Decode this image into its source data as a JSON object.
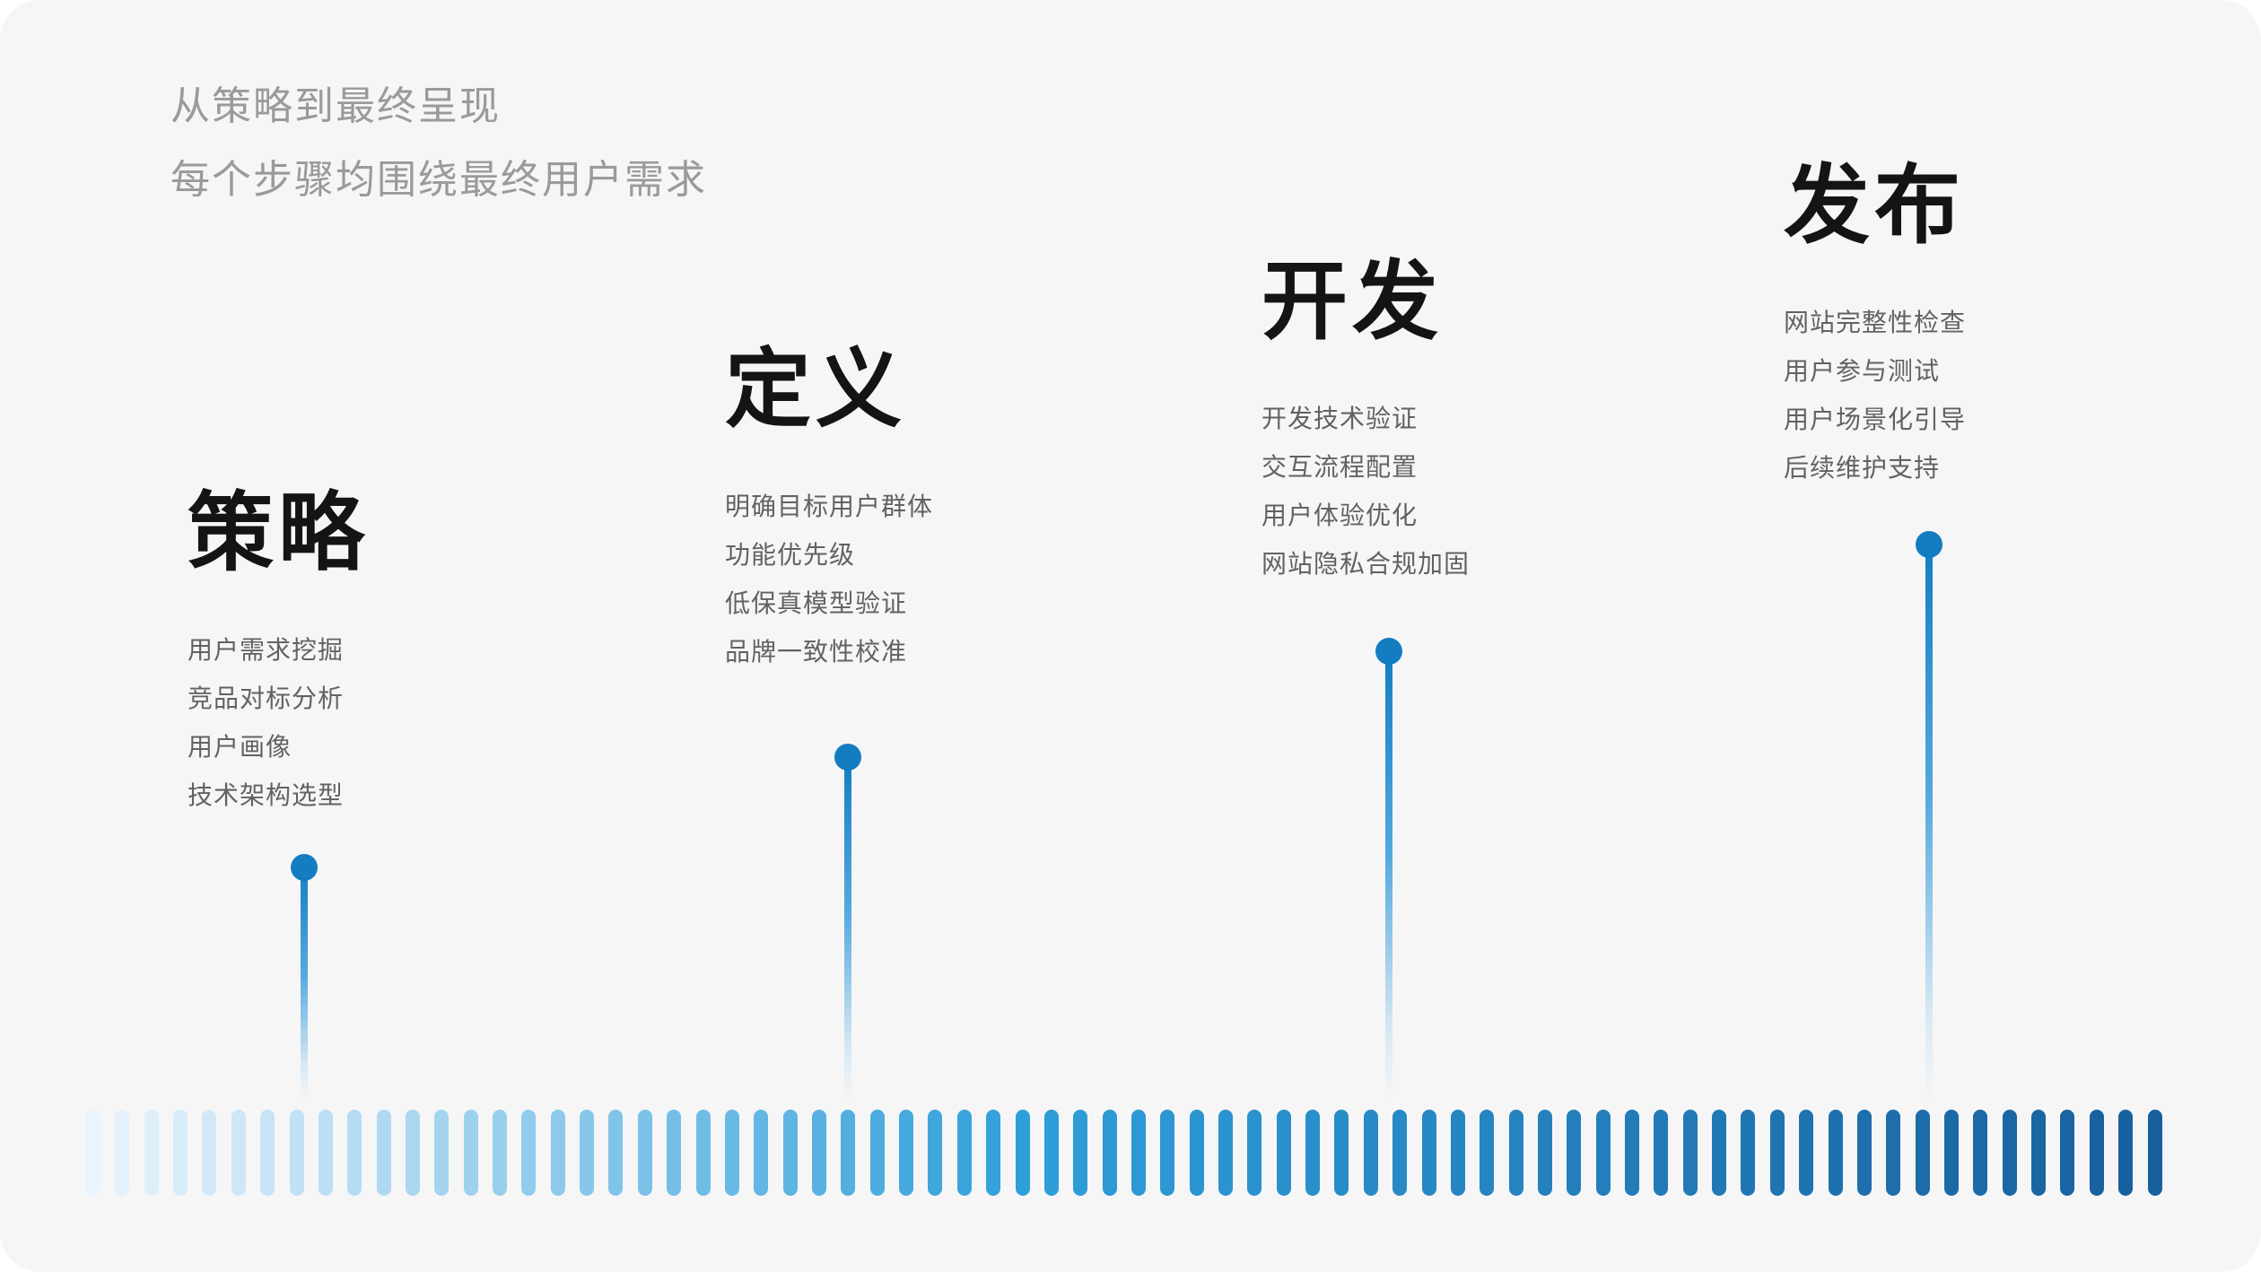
{
  "header": {
    "line1": "从策略到最终呈现",
    "line2": "每个步骤均围绕最终用户需求"
  },
  "stages": [
    {
      "title": "策略",
      "items": [
        "用户需求挖掘",
        "竞品对标分析",
        "用户画像",
        "技术架构选型"
      ]
    },
    {
      "title": "定义",
      "items": [
        "明确目标用户群体",
        "功能优先级",
        "低保真模型验证",
        "品牌一致性校准"
      ]
    },
    {
      "title": "开发",
      "items": [
        "开发技术验证",
        "交互流程配置",
        "用户体验优化",
        "网站隐私合规加固"
      ]
    },
    {
      "title": "发布",
      "items": [
        "网站完整性检查",
        "用户参与测试",
        "用户场景化引导",
        "后续维护支持"
      ]
    }
  ],
  "timeline": {
    "bar_count": 72,
    "gradient_stops": [
      [
        0,
        "#eaf4fc"
      ],
      [
        0.45,
        "#2f9fda"
      ],
      [
        1,
        "#175f9d"
      ]
    ]
  },
  "colors": {
    "background": "#f6f6f7",
    "accent_dot": "#147dc2",
    "title_text": "#141414",
    "item_text": "#626262",
    "header_text": "#9a9a9a"
  }
}
